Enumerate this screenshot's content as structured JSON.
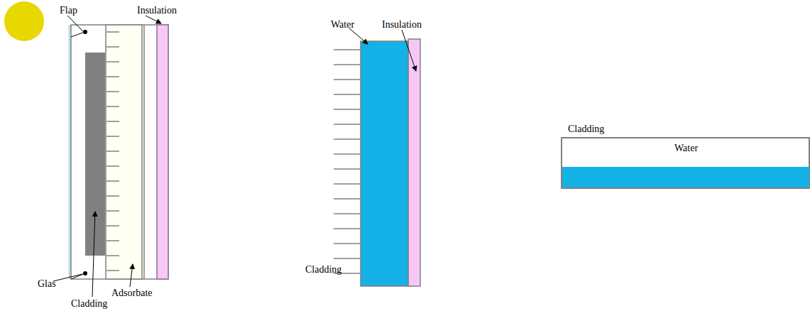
{
  "diagram": {
    "nodes": [
      {
        "text": [
          "Cladding",
          "Water"
        ]
      }
    ],
    "labels": [
      "Flap",
      "Insulation",
      "Glas",
      "Cladding",
      "Adsorbate",
      "Water",
      "Insulation",
      "Cladding"
    ]
  }
}
